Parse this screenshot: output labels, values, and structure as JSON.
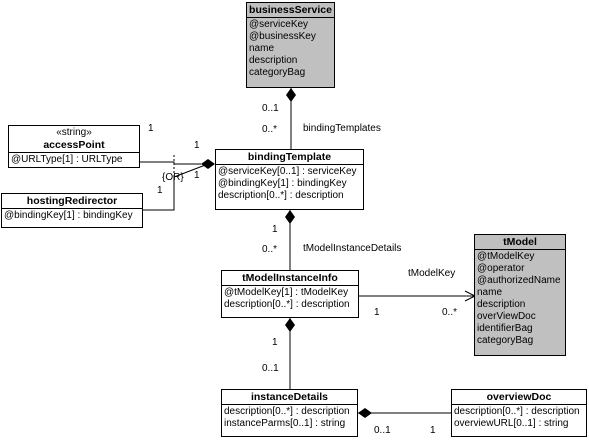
{
  "classes": {
    "business_service": {
      "name": "businessService",
      "attributes": [
        "@serviceKey",
        "@businessKey",
        "name",
        "description",
        "categoryBag"
      ]
    },
    "access_point": {
      "stereotype": "«string»",
      "name": "accessPoint",
      "attributes": [
        "@URLType[1] : URLType"
      ]
    },
    "binding_template": {
      "name": "bindingTemplate",
      "attributes": [
        "@serviceKey[0..1] : serviceKey",
        "@bindingKey[1] : bindingKey",
        "description[0..*] : description"
      ]
    },
    "hosting_redirector": {
      "name": "hostingRedirector",
      "attributes": [
        "@bindingKey[1] : bindingKey"
      ]
    },
    "tmodel_instance_info": {
      "name": "tModelInstanceInfo",
      "attributes": [
        "@tModelKey[1] : tModelKey",
        "description[0..*] : description"
      ]
    },
    "tmodel": {
      "name": "tModel",
      "attributes": [
        "@tModelKey",
        "@operator",
        "@authorizedName",
        "name",
        "description",
        "overViewDoc",
        "identifierBag",
        "categoryBag"
      ]
    },
    "instance_details": {
      "name": "instanceDetails",
      "attributes": [
        "description[0..*] : description",
        "instanceParms[0..1] : string"
      ]
    },
    "overview_doc": {
      "name": "overviewDoc",
      "attributes": [
        "description[0..*] : description",
        "overviewURL[0..1] : string"
      ]
    }
  },
  "labels": {
    "bs_mult": "0..1",
    "bt_mult": "0..*",
    "bs_bt_role": "bindingTemplates",
    "ap_mult_left": "1",
    "ap_mult_right": "1",
    "hr_mult_left": "1",
    "hr_mult_right": "1",
    "or_constraint": "{OR}",
    "bt_mult_bottom": "1",
    "tii_mult_top": "0..*",
    "bt_tii_role": "tModelInstanceDetails",
    "tmodelkey_role": "tModelKey",
    "tii_tm_mult_left": "1",
    "tii_tm_mult_right": "0..*",
    "tii_mult_bottom": "1",
    "id_mult_top": "0..1",
    "id_od_mult_left": "0..1",
    "id_od_mult_right": "1"
  }
}
